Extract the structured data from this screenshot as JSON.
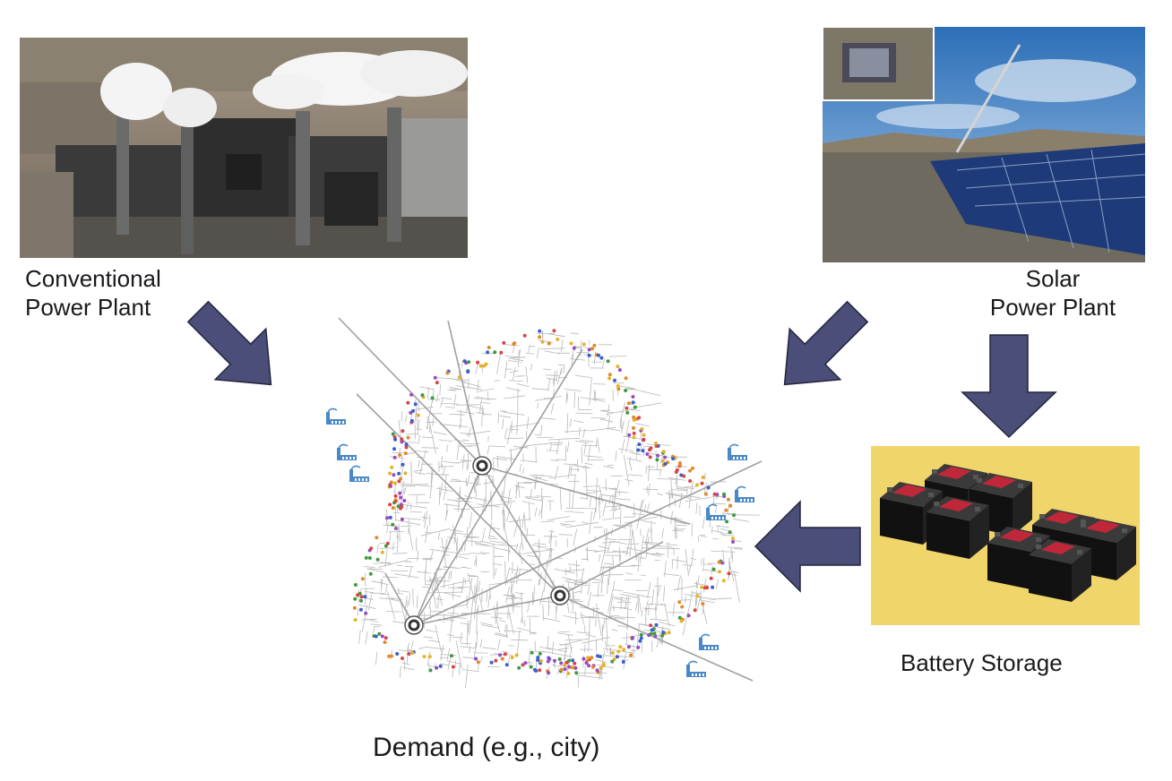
{
  "labels": {
    "conventional_line1": "Conventional",
    "conventional_line2": "Power Plant",
    "solar_line1": "Solar",
    "solar_line2": "Power Plant",
    "battery": "Battery Storage",
    "demand": "Demand (e.g., city)"
  },
  "colors": {
    "arrow_fill": "#4a4e78",
    "arrow_stroke": "#23263f",
    "battery_bg": "#f0d56a",
    "road": "#b8b8b8",
    "factory_icon": "#4a88c8",
    "dot_palette": [
      "#d64545",
      "#3f9a3f",
      "#3a5fcf",
      "#e08a2a",
      "#9a4ac0",
      "#e4b22a"
    ]
  },
  "icons": {
    "arrow": "block-arrow",
    "factory": "factory-icon",
    "substation": "substation-ring-icon"
  }
}
